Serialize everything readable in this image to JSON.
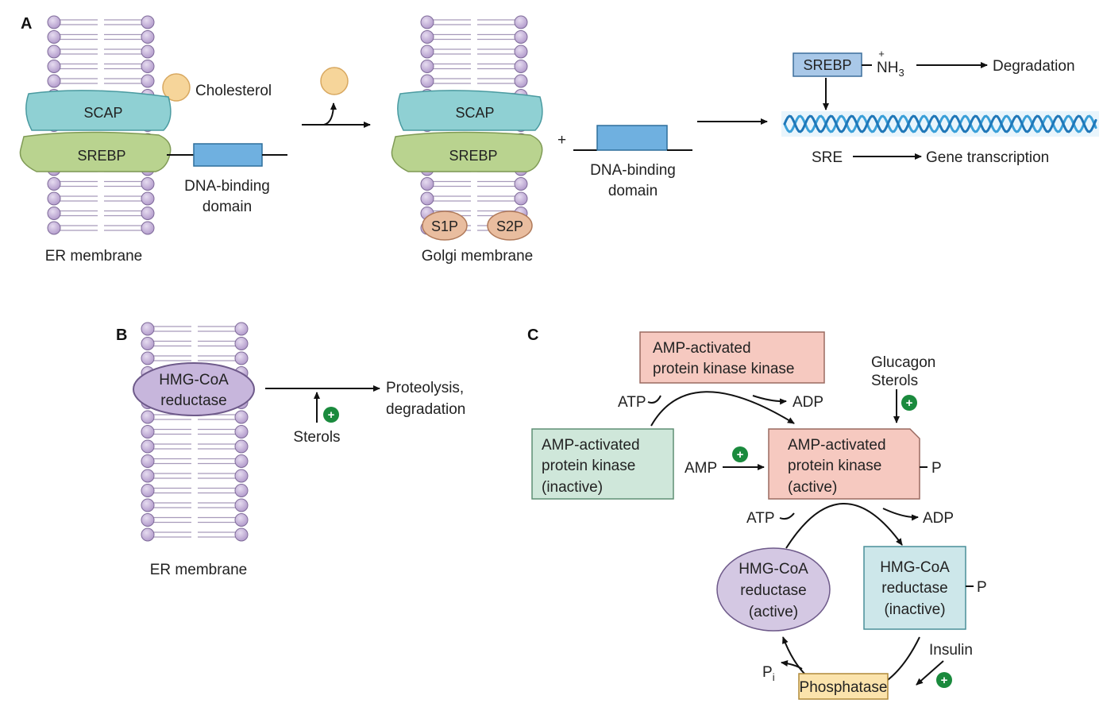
{
  "panels": {
    "a": {
      "letter": "A",
      "scap": "SCAP",
      "srebp": "SREBP",
      "cholesterol": "Cholesterol",
      "dna_binding_1": "DNA-binding",
      "dna_binding_2": "domain",
      "er_membrane": "ER membrane",
      "golgi_membrane": "Golgi membrane",
      "s1p": "S1P",
      "s2p": "S2P",
      "plus": "+",
      "srebp_box": "SREBP",
      "nh3_charge": "+",
      "nh3": "NH",
      "nh3_sub": "3",
      "degradation": "Degradation",
      "sre": "SRE",
      "gene_transcription": "Gene transcription"
    },
    "b": {
      "letter": "B",
      "hmg_1": "HMG-CoA",
      "hmg_2": "reductase",
      "proteolysis_1": "Proteolysis,",
      "proteolysis_2": "degradation",
      "sterols": "Sterols",
      "plus": "+",
      "er_membrane": "ER membrane"
    },
    "c": {
      "letter": "C",
      "ampkk_1": "AMP-activated",
      "ampkk_2": "protein kinase kinase",
      "atp_1": "ATP",
      "adp_1": "ADP",
      "glucagon": "Glucagon",
      "sterols": "Sterols",
      "ampk_inactive_1": "AMP-activated",
      "ampk_inactive_2": "protein kinase",
      "ampk_inactive_3": "(inactive)",
      "amp": "AMP",
      "ampk_active_1": "AMP-activated",
      "ampk_active_2": "protein kinase",
      "ampk_active_3": "(active)",
      "p_1": "P",
      "atp_2": "ATP",
      "adp_2": "ADP",
      "hmg_active_1": "HMG-CoA",
      "hmg_active_2": "reductase",
      "hmg_active_3": "(active)",
      "hmg_inactive_1": "HMG-CoA",
      "hmg_inactive_2": "reductase",
      "hmg_inactive_3": "(inactive)",
      "p_2": "P",
      "insulin": "Insulin",
      "pi": "P",
      "pi_sub": "i",
      "phosphatase": "Phosphatase",
      "plus": "+"
    }
  },
  "colors": {
    "scap": "#8fd0d3",
    "srebp": "#b9d38f",
    "cholesterol": "#f6d59a",
    "lipid_head": "#c9b3dc",
    "dna_box": "#6fb0e0",
    "protease": "#e9bd9f",
    "hmg_membrane": "#c7b6dc",
    "ampkk": "#f6c9c0",
    "ampk_inactive": "#cfe7da",
    "ampk_active": "#f6c9c0",
    "hmg_active": "#d4c8e3",
    "hmg_inactive": "#cde7ea",
    "phosphatase": "#fbe3ac",
    "plus_badge": "#1a8a3d",
    "dna_helix": "#3a9fd8"
  }
}
